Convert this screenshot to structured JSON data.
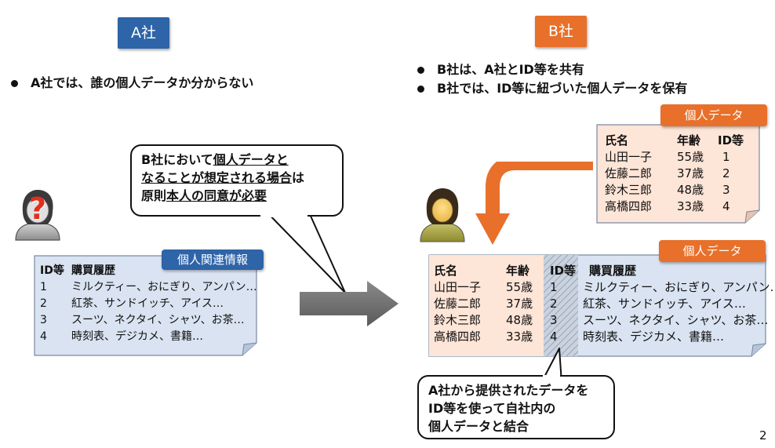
{
  "company_a": {
    "label": "A社",
    "color": "#2e64a8",
    "bullets": [
      "A社では、誰の個人データか分からない"
    ]
  },
  "company_b": {
    "label": "B社",
    "color": "#e8702a",
    "bullets": [
      "B社は、A社とID等を共有",
      "B社では、ID等に紐づいた個人データを保有"
    ]
  },
  "a_sheet": {
    "tag": "個人関連情報",
    "header_id": "ID等",
    "header_hist": "購買履歴",
    "rows": [
      {
        "id": "1",
        "hist": "ミルクティー、おにぎり、アンパン…"
      },
      {
        "id": "2",
        "hist": "紅茶、サンドイッチ、アイス…"
      },
      {
        "id": "3",
        "hist": "スーツ、ネクタイ、シャツ、お茶…"
      },
      {
        "id": "4",
        "hist": "時刻表、デジカメ、書籍…"
      }
    ]
  },
  "b_sheet_top": {
    "tag": "個人データ",
    "header_name": "氏名",
    "header_age": "年齢",
    "header_id": "ID等",
    "rows": [
      {
        "name": "山田一子",
        "age": "55歳",
        "id": "1"
      },
      {
        "name": "佐藤二郎",
        "age": "37歳",
        "id": "2"
      },
      {
        "name": "鈴木三郎",
        "age": "48歳",
        "id": "3"
      },
      {
        "name": "高橋四郎",
        "age": "33歳",
        "id": "4"
      }
    ]
  },
  "b_sheet_combined": {
    "tag": "個人データ",
    "header_name": "氏名",
    "header_age": "年齢",
    "header_id": "ID等",
    "header_hist": "購買履歴",
    "rows": [
      {
        "name": "山田一子",
        "age": "55歳",
        "id": "1",
        "hist": "ミルクティー、おにぎり、アンパン…"
      },
      {
        "name": "佐藤二郎",
        "age": "37歳",
        "id": "2",
        "hist": "紅茶、サンドイッチ、アイス…"
      },
      {
        "name": "鈴木三郎",
        "age": "48歳",
        "id": "3",
        "hist": "スーツ、ネクタイ、シャツ、お茶…"
      },
      {
        "name": "高橋四郎",
        "age": "33歳",
        "id": "4",
        "hist": "時刻表、デジカメ、書籍…"
      }
    ]
  },
  "callout_center": {
    "line1_pre": "B社において",
    "line1_u": "個人データと",
    "line2_u": "なることが想定される場合",
    "line2_post": "は",
    "line3_pre": "原則",
    "line3_u": "本人の同意が必要"
  },
  "callout_bottom": {
    "lines": [
      "A社から提供されたデータを",
      "ID等を使って自社内の",
      "個人データと結合"
    ]
  },
  "unknown_mark": "?",
  "page_number": "2"
}
